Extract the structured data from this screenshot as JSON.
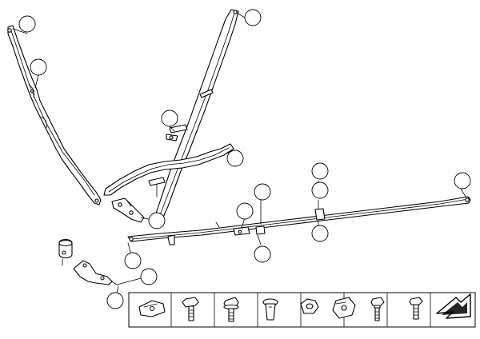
{
  "diagram": {
    "callouts": [
      {
        "id": "c1",
        "label": ""
      },
      {
        "id": "c2",
        "label": ""
      },
      {
        "id": "c3",
        "label": ""
      },
      {
        "id": "c4",
        "label": ""
      },
      {
        "id": "c5",
        "label": ""
      },
      {
        "id": "c6",
        "label": ""
      },
      {
        "id": "c7",
        "label": ""
      },
      {
        "id": "c8",
        "label": ""
      },
      {
        "id": "c9",
        "label": ""
      },
      {
        "id": "c10",
        "label": ""
      },
      {
        "id": "c11",
        "label": ""
      },
      {
        "id": "c12",
        "label": ""
      },
      {
        "id": "c13",
        "label": ""
      },
      {
        "id": "c14",
        "label": ""
      },
      {
        "id": "c15",
        "label": ""
      },
      {
        "id": "c16",
        "label": ""
      },
      {
        "id": "c17",
        "label": ""
      },
      {
        "id": "c18",
        "label": ""
      }
    ],
    "parts": [
      "left-strut",
      "upper-strut",
      "cross-strut",
      "lower-cross-bar",
      "support-bracket",
      "mounting-bracket",
      "sleeve-bushing"
    ],
    "hardware_strip": [
      {
        "icon": "clip-nut-icon"
      },
      {
        "icon": "hex-bolt-icon"
      },
      {
        "icon": "flange-bolt-icon"
      },
      {
        "icon": "rivet-icon"
      },
      {
        "icon": "hex-nut-icon"
      },
      {
        "icon": "cage-nut-icon"
      },
      {
        "icon": "collar-bolt-icon"
      },
      {
        "icon": "short-bolt-icon"
      },
      {
        "icon": "next-page-arrow-icon"
      }
    ]
  }
}
